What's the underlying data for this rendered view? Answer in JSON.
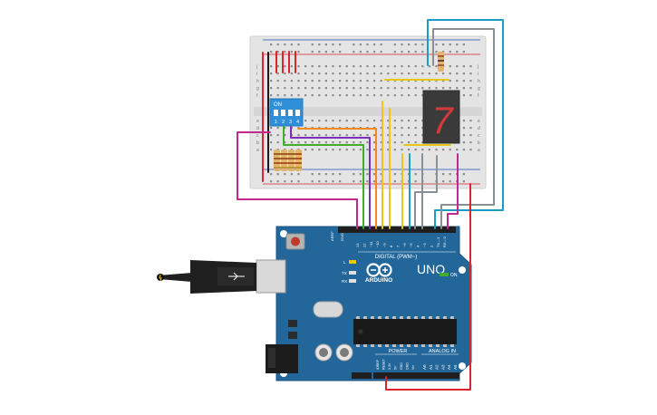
{
  "board": {
    "name": "UNO",
    "brand": "ARDUINO",
    "header_digital": "DIGITAL (PWM~)",
    "header_power": "POWER",
    "header_analog": "ANALOG IN",
    "label_on": "ON",
    "label_l": "L",
    "label_tx": "TX",
    "label_rx": "RX",
    "label_aref": "AREF",
    "label_gnd": "GND",
    "digital_pins": [
      "13",
      "12",
      "~11",
      "~10",
      "~9",
      "8",
      "7",
      "~6",
      "~5",
      "4",
      "~3",
      "2",
      "TX→1",
      "RX←0"
    ],
    "power_pins": [
      "IOREF",
      "RESET",
      "3.3V",
      "5V",
      "GND",
      "GND",
      "Vin"
    ],
    "analog_pins": [
      "A0",
      "A1",
      "A2",
      "A3",
      "A4",
      "A5"
    ]
  },
  "dip_switch": {
    "label_on": "ON",
    "positions": [
      "1",
      "2",
      "3",
      "4"
    ]
  },
  "seven_segment": {
    "digit": "7"
  },
  "breadboard": {
    "row_letters": [
      "j",
      "i",
      "h",
      "g",
      "f",
      "e",
      "d",
      "c",
      "b",
      "a"
    ]
  },
  "colors": {
    "wire_red": "#d7262e",
    "wire_black": "#1b1b1b",
    "wire_magenta": "#c2288e",
    "wire_green": "#3fae2a",
    "wire_purple": "#7b2fbf",
    "wire_orange": "#f08a1d",
    "wire_yellow": "#e7c81a",
    "wire_teal": "#1c9cc3",
    "wire_gray": "#8a8f94",
    "board_blue": "#23679a",
    "dip_blue": "#2f8fd8"
  }
}
